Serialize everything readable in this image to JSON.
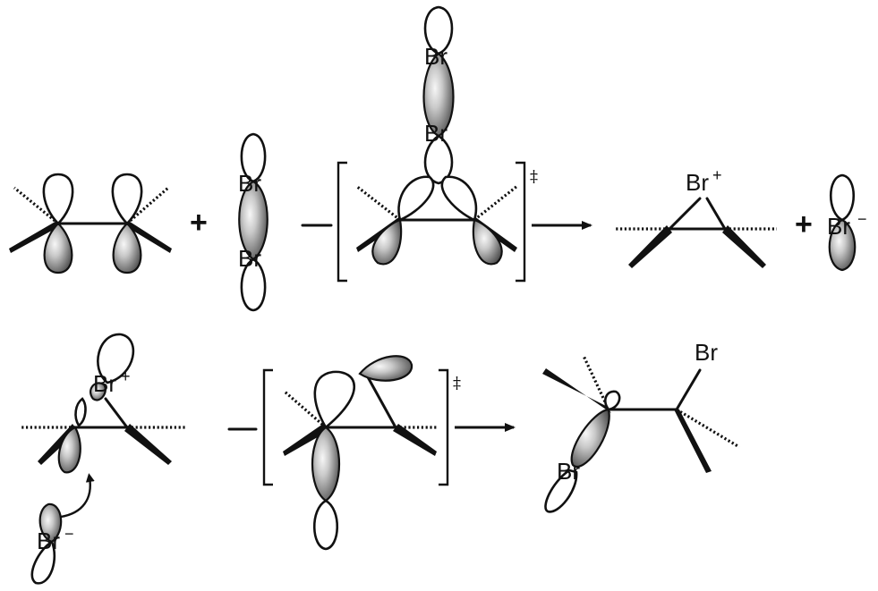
{
  "reactants": {
    "bromine_top": "Br",
    "bromine_bottom": "Br",
    "plus": "+"
  },
  "transition_state_1": {
    "bromine_top": "Br",
    "bromine_bottom": "Br",
    "dagger": "‡"
  },
  "products_1": {
    "bromonium": "Br",
    "bromonium_charge": "+",
    "plus": "+",
    "bromide": "Br",
    "bromide_charge": "−"
  },
  "step_2": {
    "bromonium": "Br",
    "bromonium_charge": "+",
    "bromide": "Br",
    "bromide_charge": "−"
  },
  "transition_state_2": {
    "dagger": "‡"
  },
  "final_product": {
    "bromine_top": "Br",
    "bromine_bottom": "Br"
  },
  "colors": {
    "ink": "#111111",
    "lobe_light": "#f2f2f2",
    "lobe_dark": "#555555"
  }
}
